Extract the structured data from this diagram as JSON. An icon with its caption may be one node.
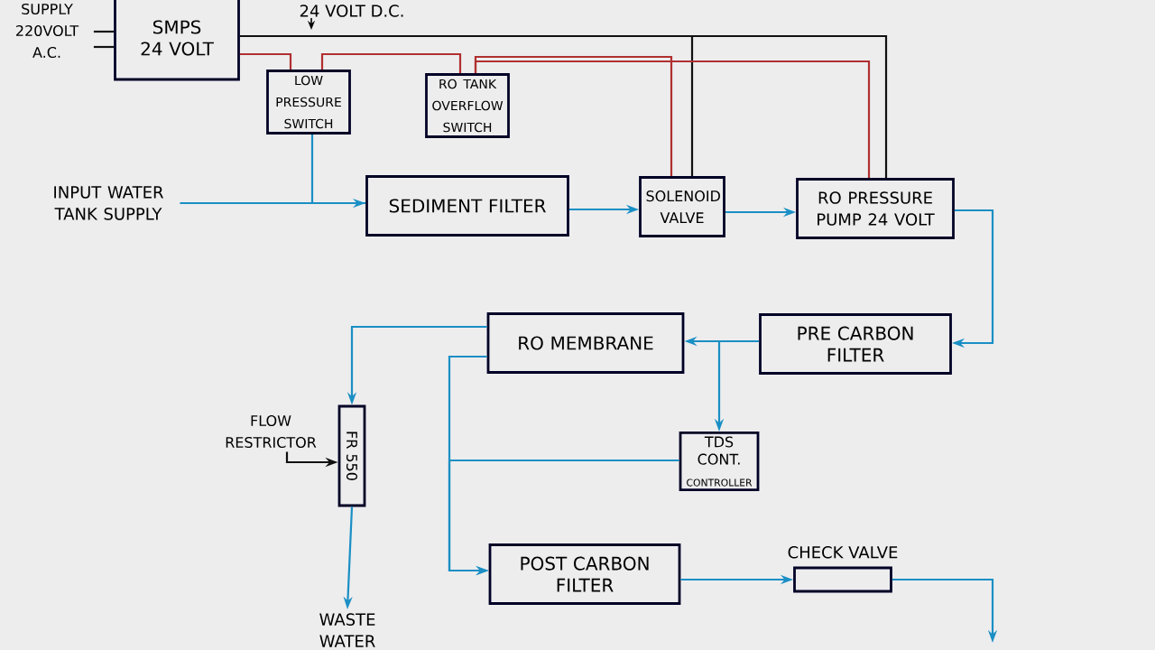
{
  "diagram": {
    "nodes": [
      {
        "text": [
          "SUPPLY 220VOLT A.C."
        ]
      },
      {
        "text": [
          "SMPS 24 VOLT"
        ]
      },
      {
        "text": [
          "LOW PRESSURE SWITCH"
        ]
      },
      {
        "text": [
          "RO TANK OVERFLOW SWITCH"
        ]
      },
      {
        "text": [
          "INPUT WATER TANK SUPPLY"
        ]
      },
      {
        "text": [
          "SEDIMENT FILTER"
        ]
      },
      {
        "text": [
          "SOLENOID VALVE"
        ]
      },
      {
        "text": [
          "RO PRESSURE PUMP 24 VOLT"
        ]
      },
      {
        "text": [
          "PRE CARBON FILTER"
        ]
      },
      {
        "text": [
          "RO MEMBRANE"
        ]
      },
      {
        "text": [
          "TDS CONT.",
          "CONTROLLER"
        ]
      },
      {
        "text": [
          "FR 550"
        ]
      },
      {
        "text": [
          "FLOW RESTRICTOR"
        ]
      },
      {
        "text": [
          "WASTE WATER"
        ]
      },
      {
        "text": [
          "POST CARBON FILTER"
        ]
      },
      {
        "text": [
          "CHECK VALVE"
        ]
      }
    ],
    "edges": [
      {
        "from": 0,
        "to": 1,
        "arrow": "none",
        "color": "#111111"
      },
      {
        "from": 0,
        "to": 1,
        "arrow": "none",
        "color": "#111111"
      },
      {
        "from": 1,
        "to": 6,
        "arrow": "none",
        "color": "#111111"
      },
      {
        "from": 1,
        "to": 7,
        "arrow": "none",
        "color": "#111111"
      },
      {
        "from": 1,
        "to": 2,
        "arrow": "none",
        "color": "#b03030"
      },
      {
        "from": 2,
        "to": 3,
        "arrow": "none",
        "color": "#b03030"
      },
      {
        "from": 3,
        "to": 6,
        "arrow": "none",
        "color": "#b03030"
      },
      {
        "from": 3,
        "to": 7,
        "arrow": "none",
        "color": "#b03030"
      },
      {
        "from": 4,
        "to": 5,
        "arrow": "to"
      },
      {
        "from": 2,
        "to": 5,
        "arrow": "none"
      },
      {
        "from": 5,
        "to": 6,
        "arrow": "to"
      },
      {
        "from": 6,
        "to": 7,
        "arrow": "to"
      },
      {
        "from": 7,
        "to": 8,
        "arrow": "to"
      },
      {
        "from": 8,
        "to": 9,
        "arrow": "to"
      },
      {
        "from": 8,
        "to": 10,
        "arrow": "to"
      },
      {
        "from": 9,
        "to": 11,
        "arrow": "to"
      },
      {
        "from": 11,
        "to": 13,
        "arrow": "to"
      },
      {
        "from": 9,
        "to": 14,
        "arrow": "to"
      },
      {
        "from": 10,
        "to": 14,
        "arrow": "to"
      },
      {
        "from": 14,
        "to": 15,
        "arrow": "to"
      },
      {
        "from": 15,
        "to": null,
        "arrow": "to"
      },
      {
        "from": 12,
        "to": 11,
        "arrow": "to",
        "color": "#111111"
      }
    ],
    "labels": [
      "24 VOLT D.C."
    ]
  }
}
